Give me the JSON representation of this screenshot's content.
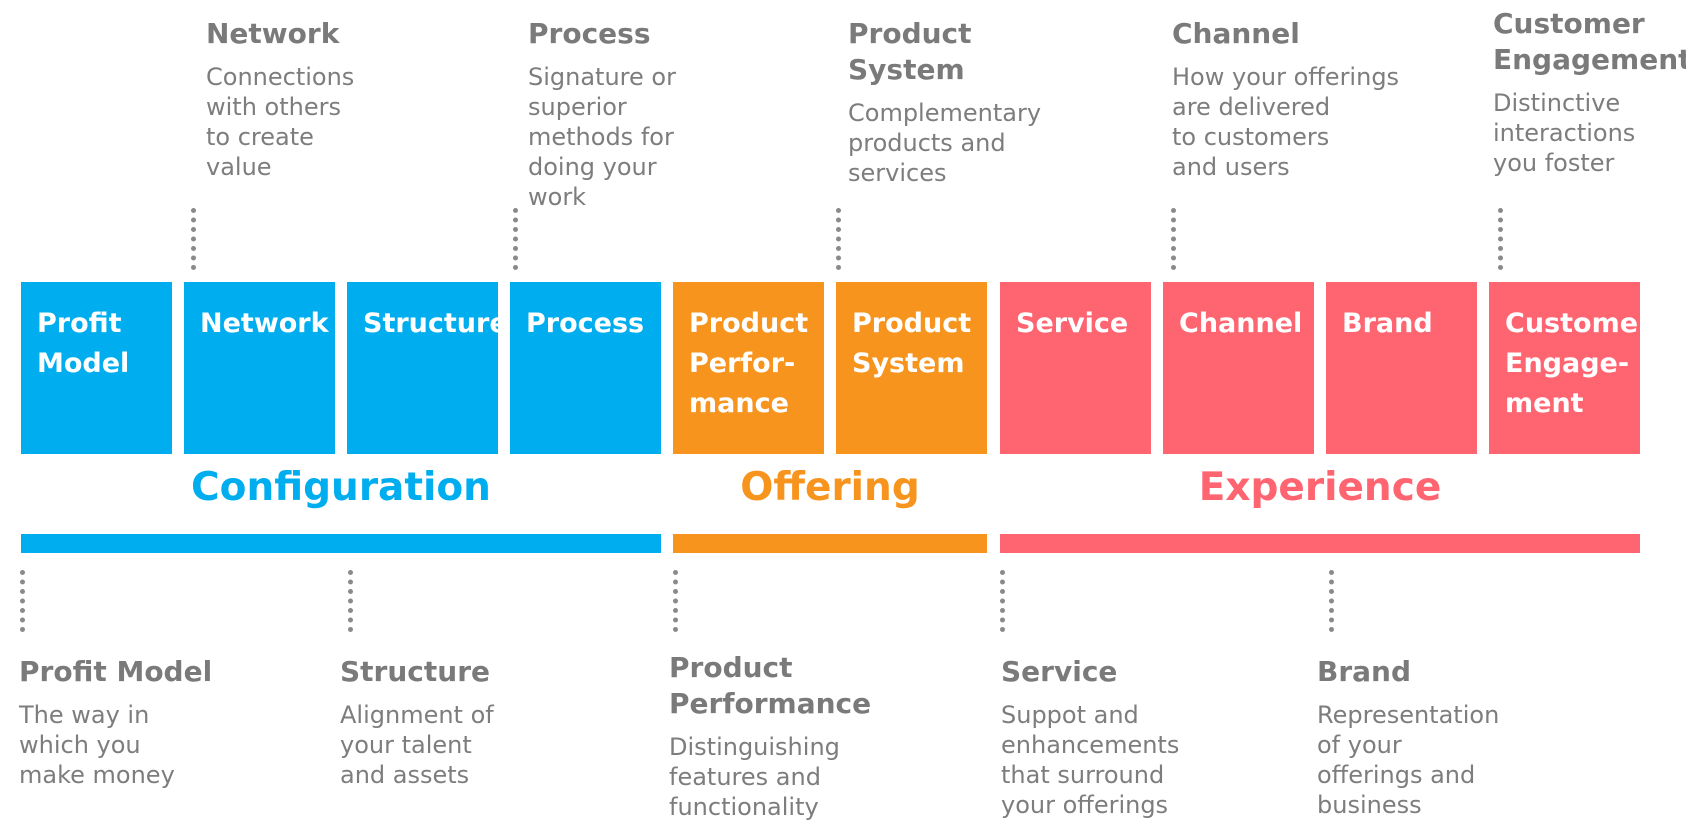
{
  "boxes": [
    {
      "lines": [
        "Profit",
        "Model"
      ],
      "color": "#00AEEF"
    },
    {
      "lines": [
        "Network"
      ],
      "color": "#00AEEF"
    },
    {
      "lines": [
        "Structure"
      ],
      "color": "#00AEEF"
    },
    {
      "lines": [
        "Process"
      ],
      "color": "#00AEEF"
    },
    {
      "lines": [
        "Product",
        "Perfor-",
        "mance"
      ],
      "color": "#F7941D"
    },
    {
      "lines": [
        "Product",
        "System"
      ],
      "color": "#F7941D"
    },
    {
      "lines": [
        "Service"
      ],
      "color": "#FF6471"
    },
    {
      "lines": [
        "Channel"
      ],
      "color": "#FF6471"
    },
    {
      "lines": [
        "Brand"
      ],
      "color": "#FF6471"
    },
    {
      "lines": [
        "Customer",
        "Engage-",
        "ment"
      ],
      "color": "#FF6471"
    }
  ],
  "groups": [
    {
      "label": "Configuration",
      "color": "#00AEEF"
    },
    {
      "label": "Offering",
      "color": "#F7941D"
    },
    {
      "label": "Experience",
      "color": "#FF6471"
    }
  ],
  "top_notes": [
    {
      "title": [
        "Network"
      ],
      "desc": [
        "Connections",
        "with others",
        "to create",
        "value"
      ]
    },
    {
      "title": [
        "Process"
      ],
      "desc": [
        "Signature or",
        "superior",
        "methods for",
        "doing your",
        "work"
      ]
    },
    {
      "title": [
        "Product",
        "System"
      ],
      "desc": [
        "Complementary",
        "products and",
        "services"
      ]
    },
    {
      "title": [
        "Channel"
      ],
      "desc": [
        "How your offerings",
        "are delivered",
        "to customers",
        "and users"
      ]
    },
    {
      "title": [
        "Customer",
        "Engagement"
      ],
      "desc": [
        "Distinctive",
        "interactions",
        "you foster"
      ]
    }
  ],
  "bottom_notes": [
    {
      "title": [
        "Profit Model"
      ],
      "desc": [
        "The way in",
        "which you",
        "make money"
      ]
    },
    {
      "title": [
        "Structure"
      ],
      "desc": [
        "Alignment of",
        "your talent",
        "and assets"
      ]
    },
    {
      "title": [
        "Product",
        "Performance"
      ],
      "desc": [
        "Distinguishing",
        "features and",
        "functionality"
      ]
    },
    {
      "title": [
        "Service"
      ],
      "desc": [
        "Suppot and",
        "enhancements",
        "that surround",
        "your offerings"
      ]
    },
    {
      "title": [
        "Brand"
      ],
      "desc": [
        "Representation",
        "of your",
        "offerings and",
        "business"
      ]
    }
  ]
}
